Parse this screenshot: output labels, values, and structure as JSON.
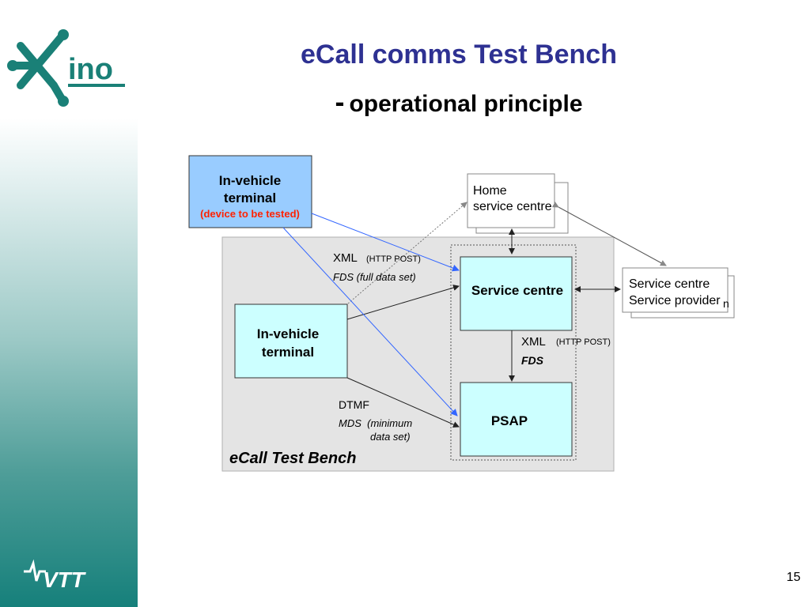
{
  "slide": {
    "title": "eCall comms Test Bench",
    "subtitle_dash": "-",
    "subtitle": "operational principle",
    "page_number": "15"
  },
  "logos": {
    "top": {
      "text": "Xino",
      "icon": "circuit-x-logo"
    },
    "bottom": {
      "text": "VTT",
      "icon": "vtt-logo"
    }
  },
  "colors": {
    "title": "#2e3192",
    "sidebar_teal": "#16807b",
    "box_cyan": "#ccffff",
    "box_blue": "#99ccff",
    "bench_gray": "#e4e4e4",
    "arrow_blue": "#3366ff",
    "red_text": "#ff2200"
  },
  "diagram": {
    "external_terminal": {
      "line1": "In-vehicle",
      "line2": "terminal",
      "note": "(device to be tested)"
    },
    "home_service_centre": {
      "line1": "Home",
      "line2": "service centre"
    },
    "service_centre_provider": {
      "line1": "Service centre",
      "line2": "Service provider",
      "suffix": "n"
    },
    "internal_terminal": {
      "line1": "In-vehicle",
      "line2": "terminal"
    },
    "service_centre": {
      "label": "Service centre"
    },
    "psap": {
      "label": "PSAP"
    },
    "bench_label": "eCall Test Bench",
    "link_xml_top": {
      "protocol": "XML",
      "method": "(HTTP POST)",
      "payload": "FDS (full data set)"
    },
    "link_xml_mid": {
      "protocol": "XML",
      "method": "(HTTP POST)",
      "payload": "FDS"
    },
    "link_dtmf": {
      "protocol": "DTMF",
      "payload_line1": "MDS  (minimum",
      "payload_line2": "data set)"
    }
  }
}
